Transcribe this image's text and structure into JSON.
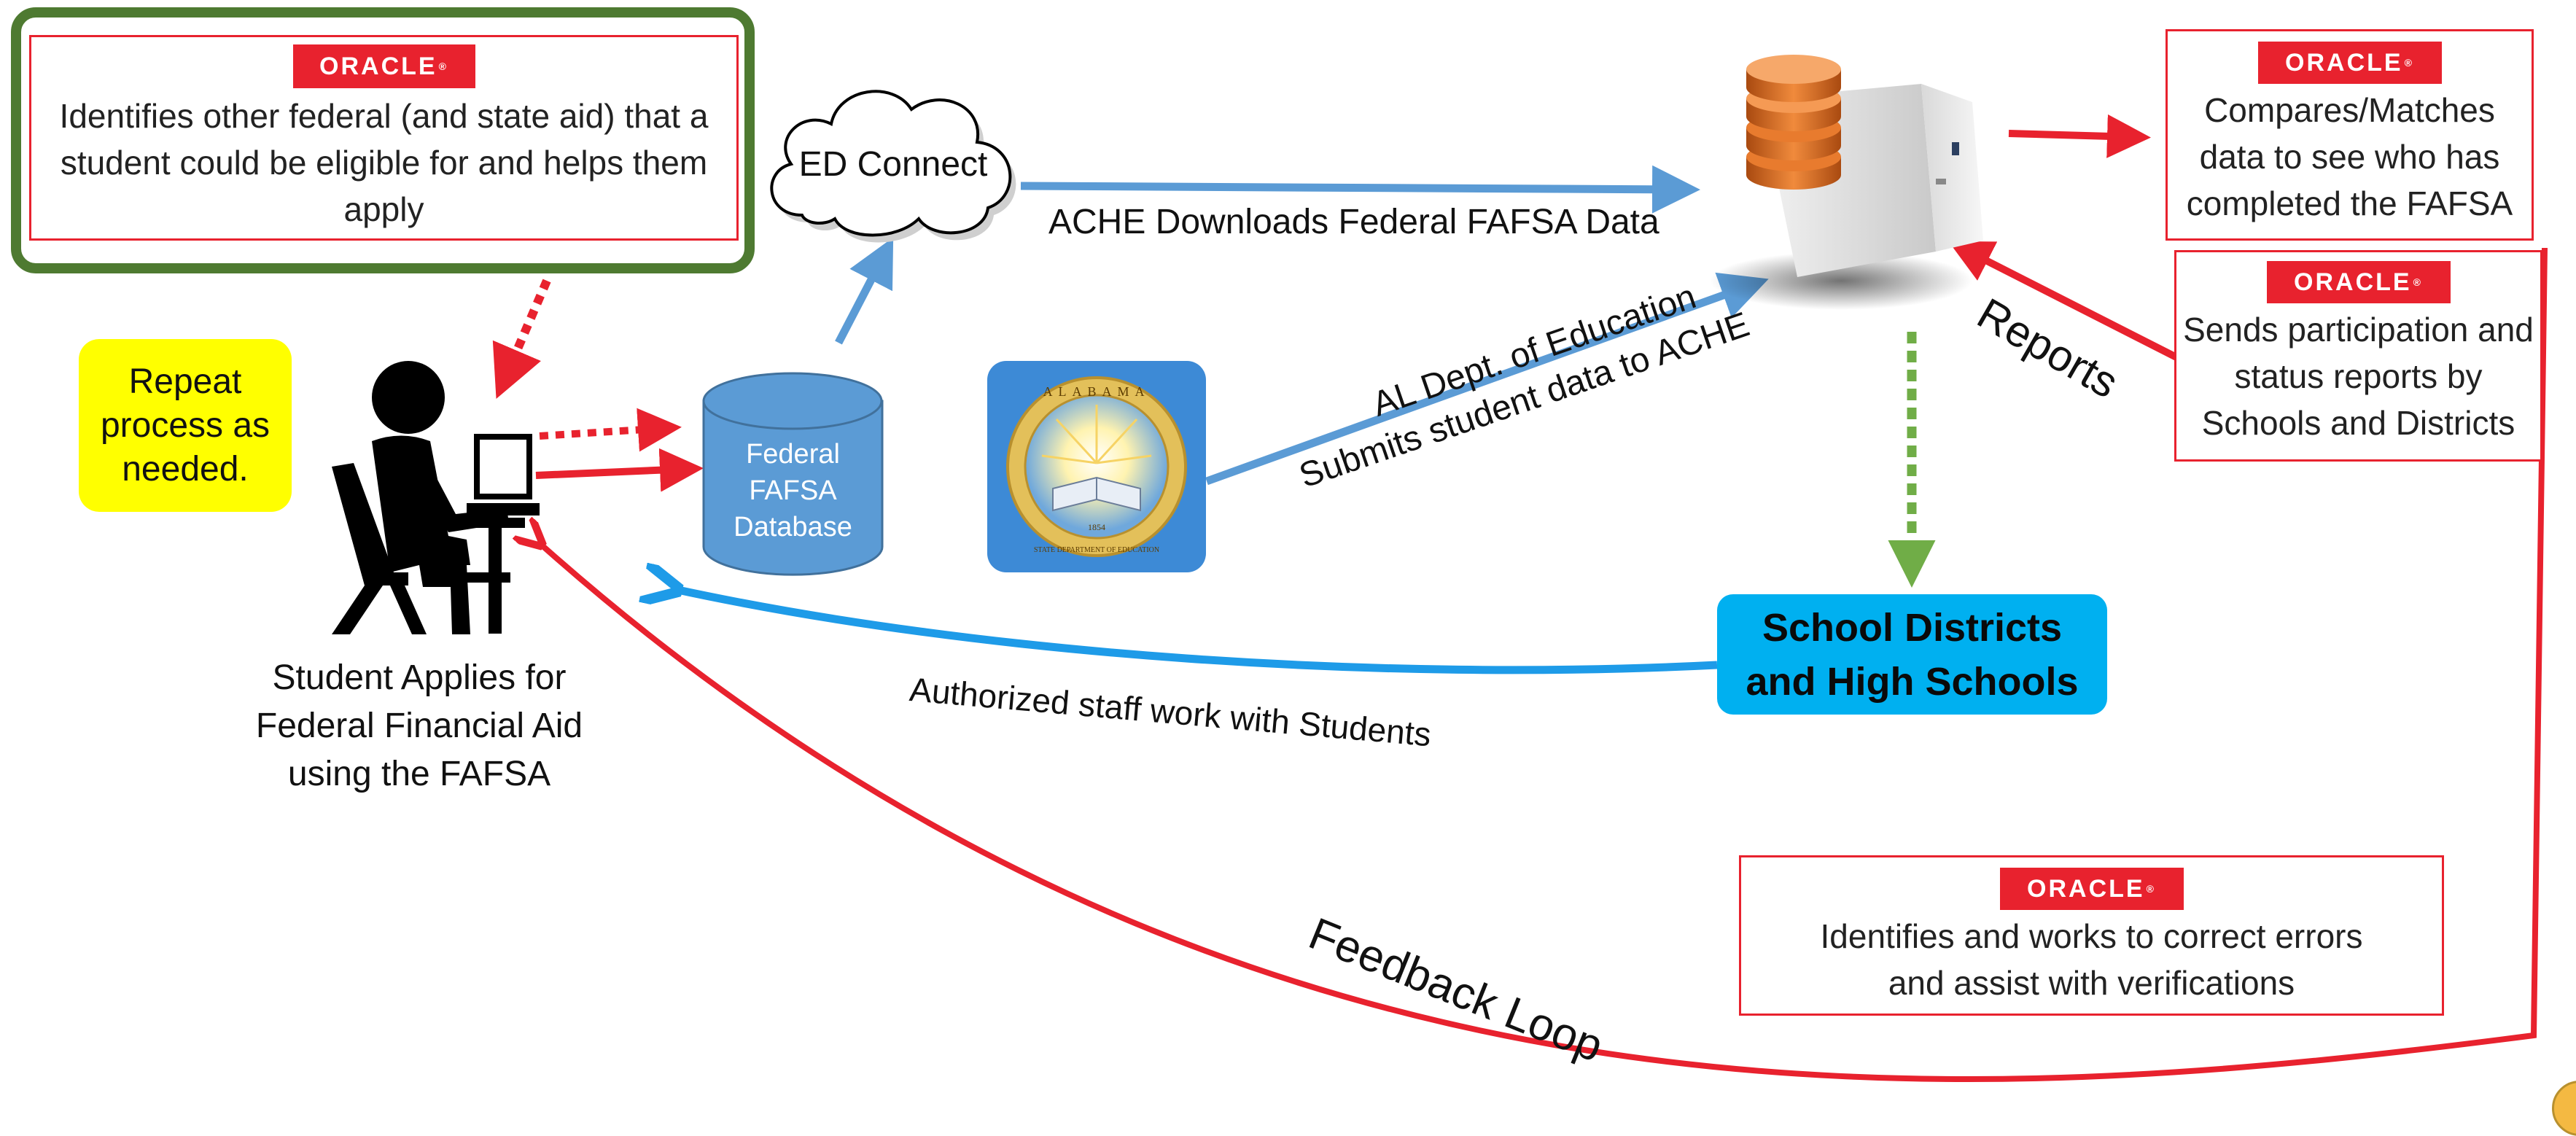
{
  "oracle_logo_text": "ORACLE",
  "oracle_boxes": {
    "identifies_aid": "Identifies other federal (and state aid) that a student could be eligible for and helps them apply",
    "compares": "Compares/Matches data to see who has completed the FAFSA",
    "sends_reports": "Sends participation and status reports by Schools and  Districts",
    "corrects_errors": "Identifies and works to correct errors and assist with verifications"
  },
  "repeat_note": "Repeat process as needed.",
  "cloud_label": "ED Connect",
  "database_label": "Federal FAFSA Database",
  "seal": {
    "top_text": "ALABAMA",
    "bottom_text": "STATE DEPARTMENT OF EDUCATION",
    "year": "1854"
  },
  "student_caption": "Student Applies for Federal Financial Aid using the FAFSA",
  "schools_box": "School Districts and High Schools",
  "labels": {
    "ache_downloads": "ACHE  Downloads Federal FAFSA Data",
    "al_dept_line1": "AL Dept. of Education",
    "al_dept_line2": "Submits student data to ACHE",
    "reports": "Reports",
    "authorized_staff": "Authorized staff work with Students",
    "feedback_loop": "Feedback Loop"
  },
  "colors": {
    "red": "#e8222e",
    "blue": "#5b9bd5",
    "bright_blue": "#1e9be8",
    "green": "#70ad47",
    "dark_green": "#4e7a31",
    "yellow": "#ffff00",
    "schools_blue": "#00b0f0",
    "db_blue": "#5b9bd5"
  },
  "icons": [
    "student-computer-icon",
    "server-icon",
    "cloud-icon",
    "database-icon",
    "state-seal-icon"
  ]
}
